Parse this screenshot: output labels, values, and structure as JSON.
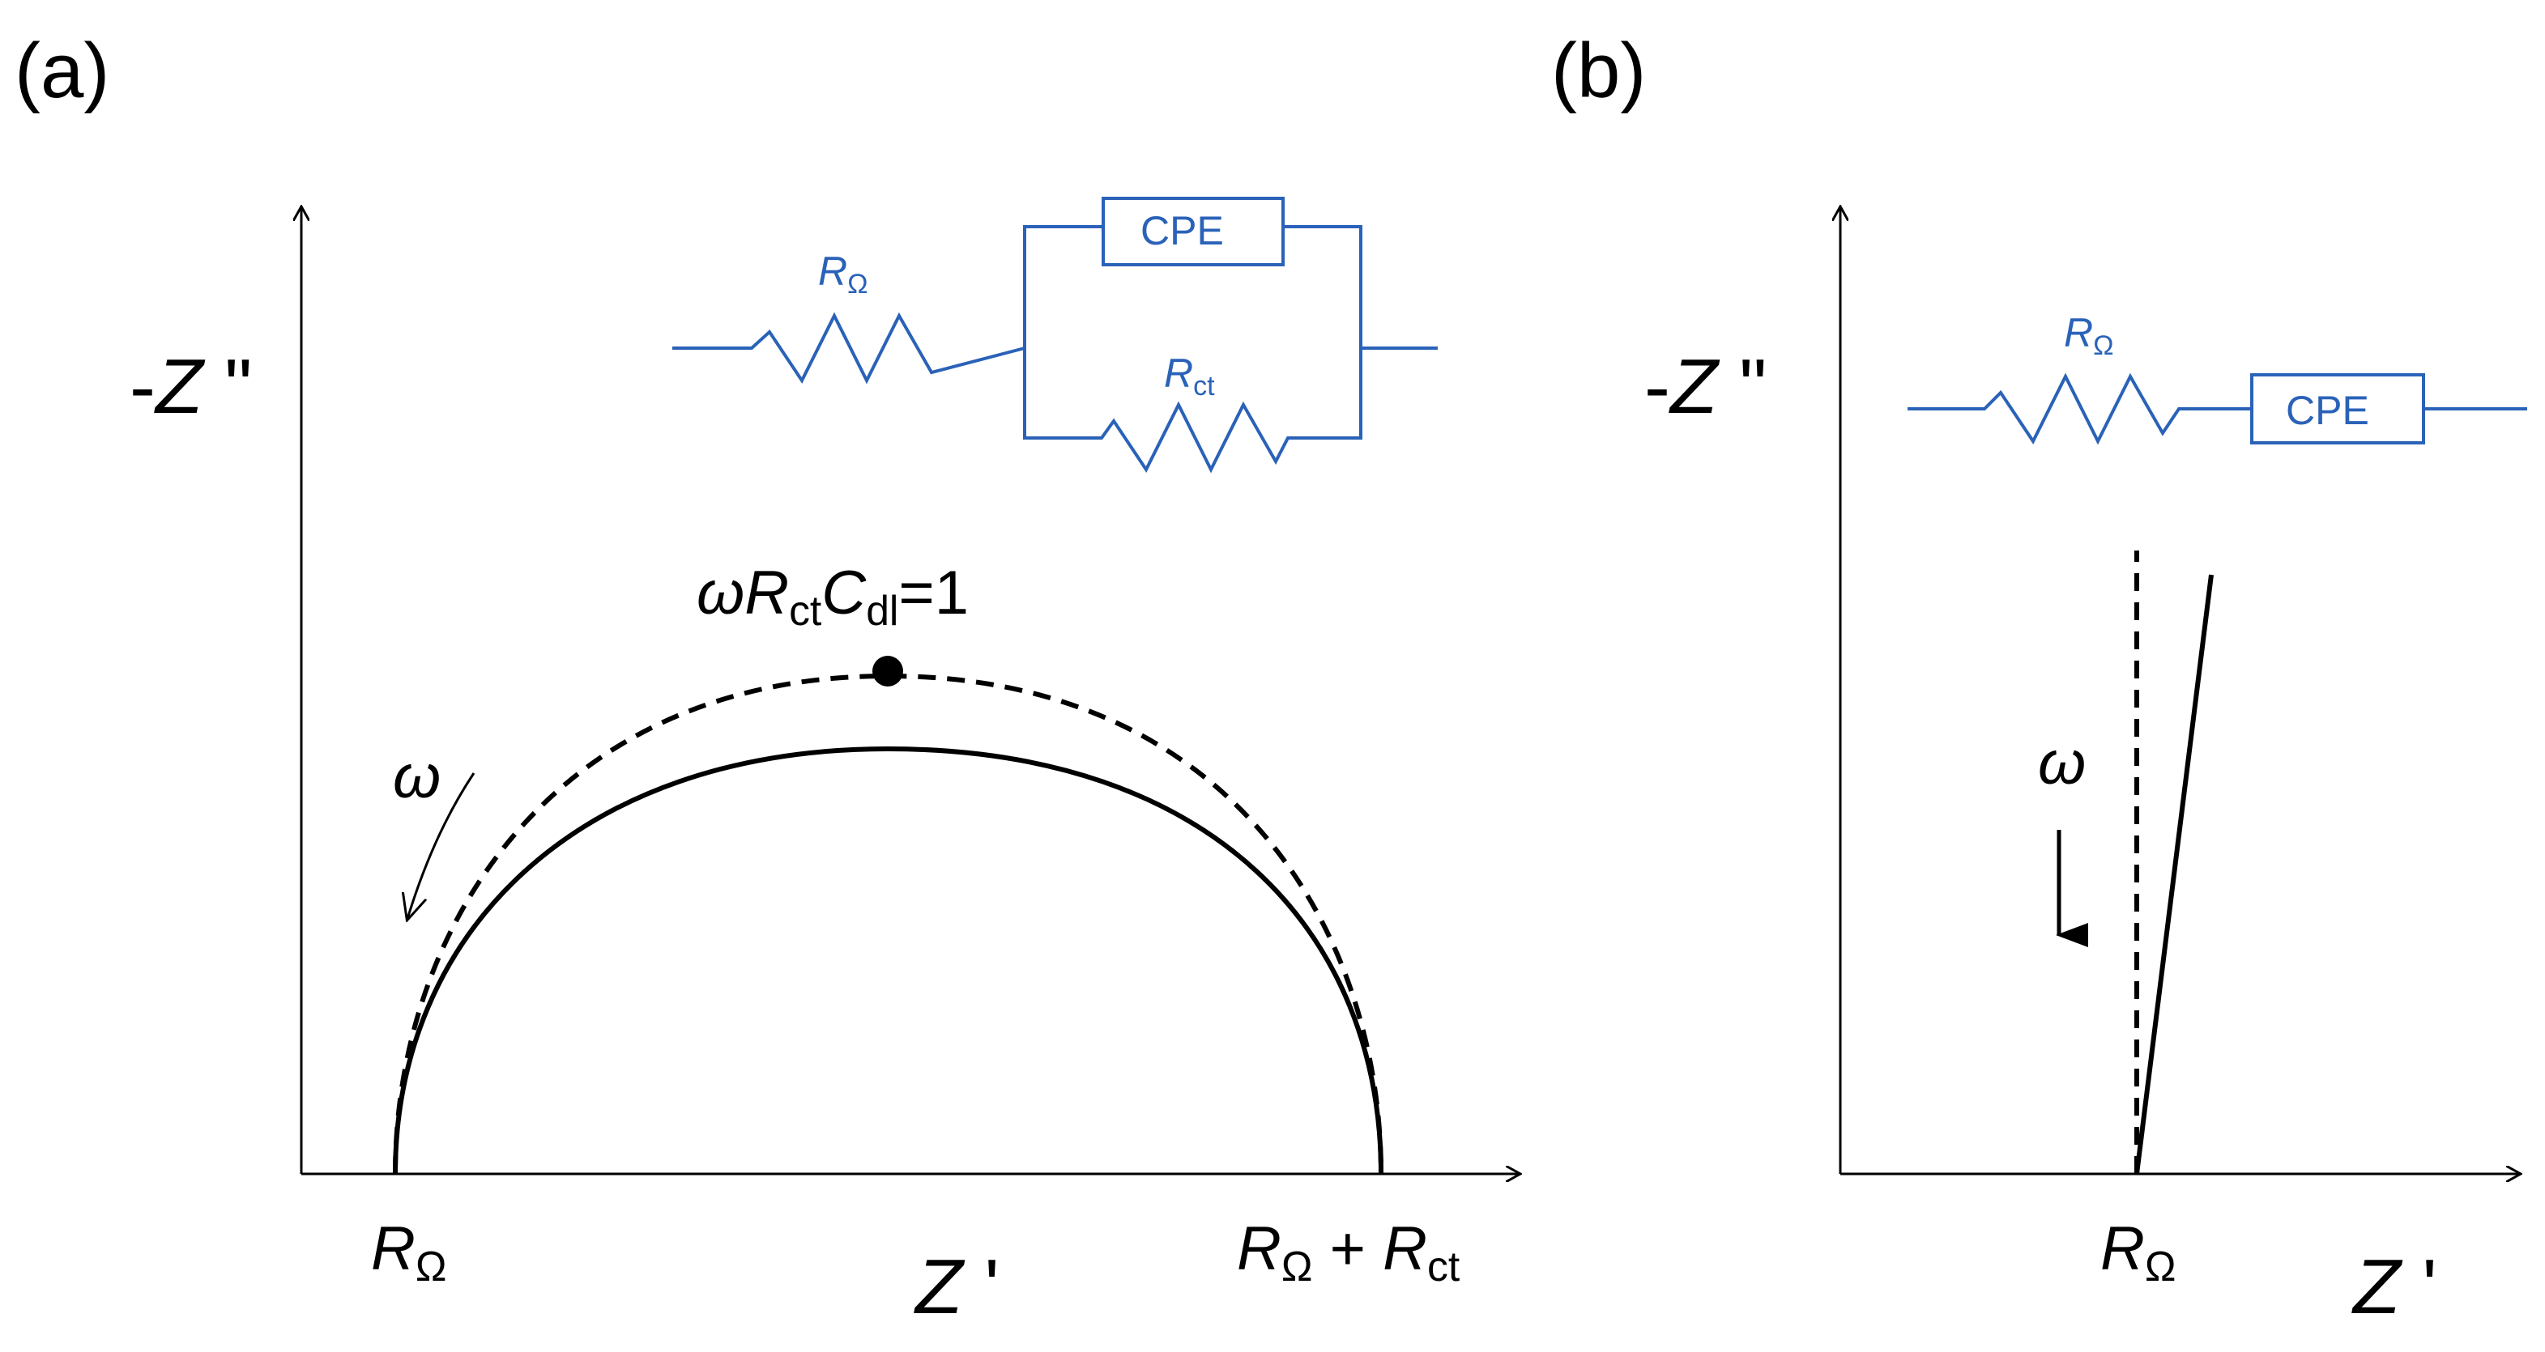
{
  "colors": {
    "circuit": "#2a62b8",
    "ink": "#000000",
    "background": "#ffffff"
  },
  "panel_a": {
    "tag": "(a)",
    "y_axis": {
      "sign": "-",
      "letter": "Z",
      "primes": " \""
    },
    "x_axis": {
      "letter": "Z",
      "primes": " '"
    },
    "tick_left": {
      "main": "R",
      "sub": "Ω"
    },
    "tick_right": {
      "main1": "R",
      "sub1": "Ω",
      "plus": " + ",
      "main2": "R",
      "sub2": "ct"
    },
    "apex": {
      "omega": "ω",
      "r": "R",
      "r_sub": "ct",
      "c": "C",
      "c_sub": "dl",
      "tail": "=1"
    },
    "omega_label": "ω",
    "circuit": {
      "r_series": {
        "main": "R",
        "sub": "Ω"
      },
      "cpe": "CPE",
      "r_parallel": {
        "main": "R",
        "sub": "ct"
      }
    }
  },
  "panel_b": {
    "tag": "(b)",
    "y_axis": {
      "sign": "-",
      "letter": "Z",
      "primes": " \""
    },
    "x_axis": {
      "letter": "Z",
      "primes": " '"
    },
    "tick": {
      "main": "R",
      "sub": "Ω"
    },
    "omega_label": "ω",
    "circuit": {
      "r_series": {
        "main": "R",
        "sub": "Ω"
      },
      "cpe": "CPE"
    }
  }
}
